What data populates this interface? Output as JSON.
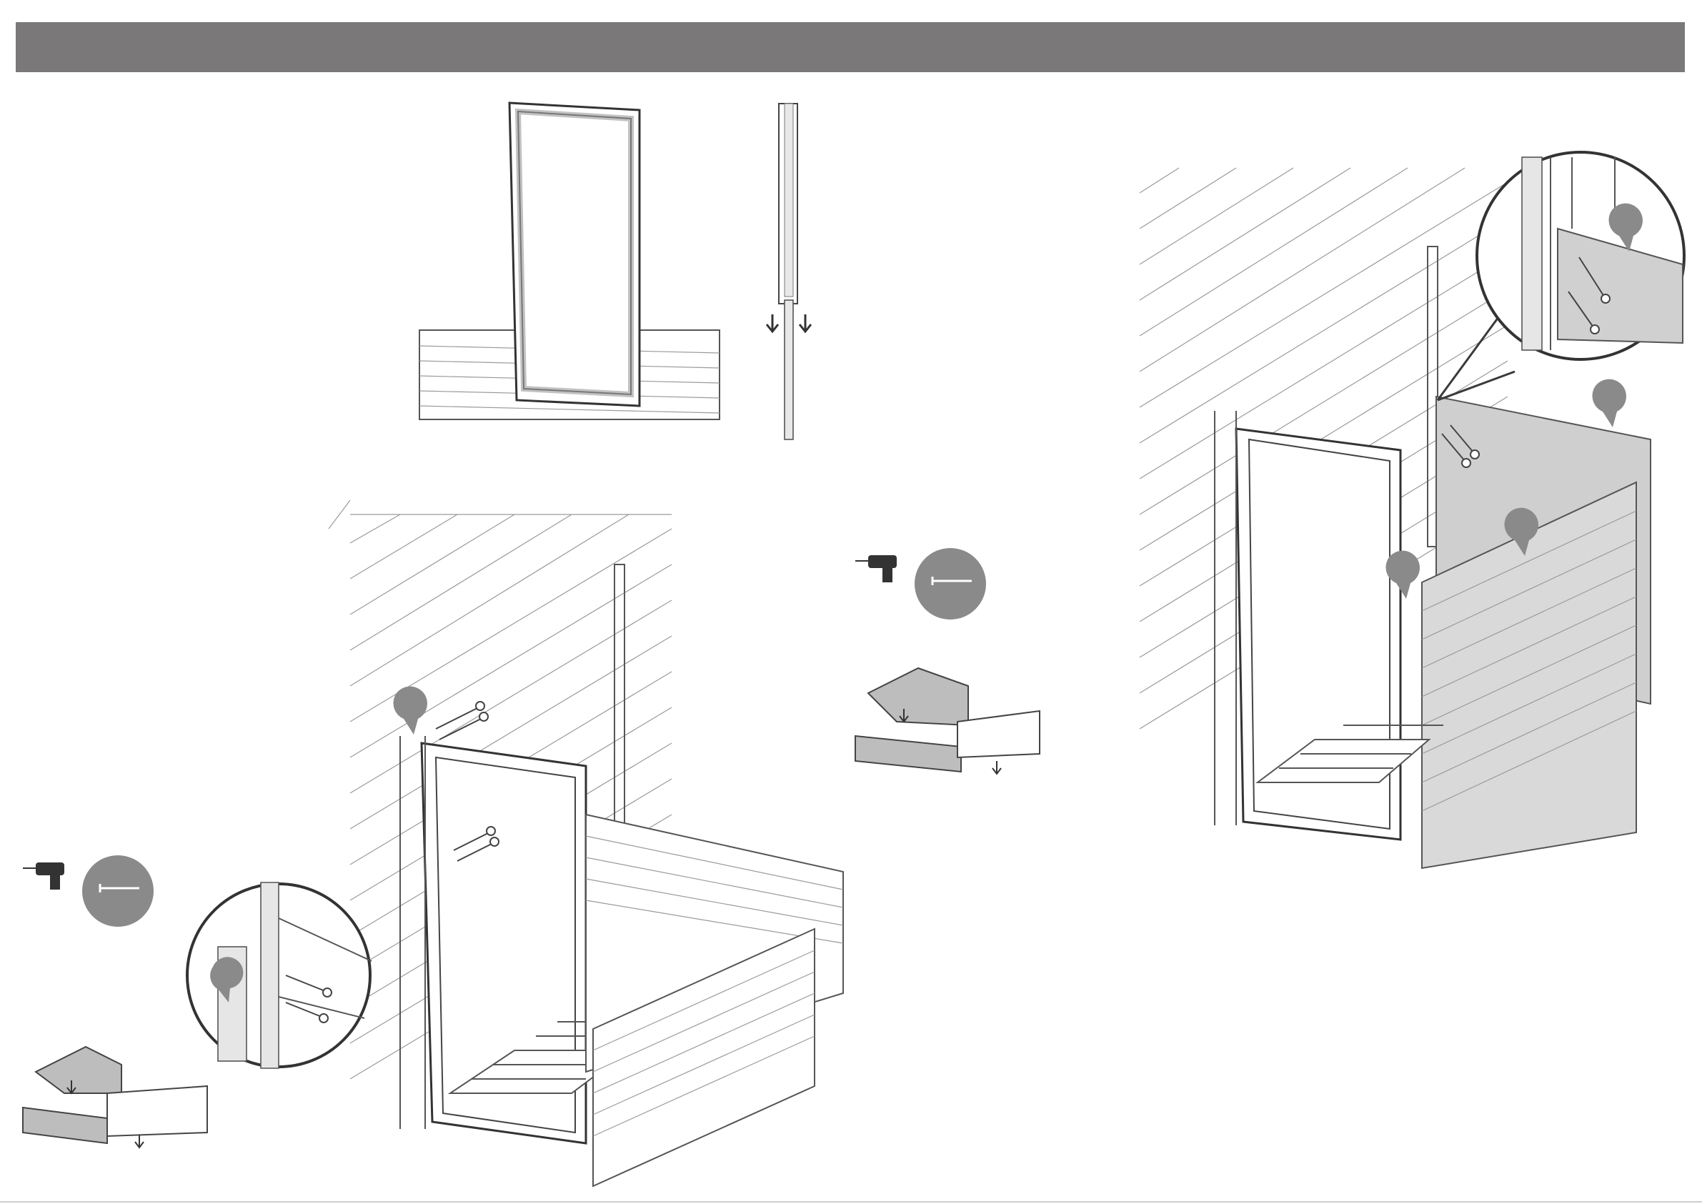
{
  "header": {
    "color": "#7a7878"
  },
  "colors": {
    "line": "#555555",
    "wall_hatch": "#9a9a9a",
    "accent_gray": "#8a8a8a",
    "panel_fill": "#bdbdbd"
  },
  "figures": [
    {
      "name": "door-frame-detail",
      "icons": [
        "door-frame",
        "wall-boards"
      ]
    },
    {
      "name": "frame-post-detail",
      "icons": [
        "post",
        "down-arrow-icon",
        "down-arrow-icon"
      ]
    },
    {
      "name": "step-assembly-left",
      "icons": [
        "drill-icon",
        "screw-icon",
        "screw-magnifier",
        "board-joint-detail"
      ]
    },
    {
      "name": "tool-callout-middle",
      "icons": [
        "drill-icon",
        "screw-icon",
        "board-joint-detail"
      ]
    },
    {
      "name": "step-assembly-right",
      "icons": [
        "screw-magnifier",
        "wall-panel"
      ]
    }
  ]
}
